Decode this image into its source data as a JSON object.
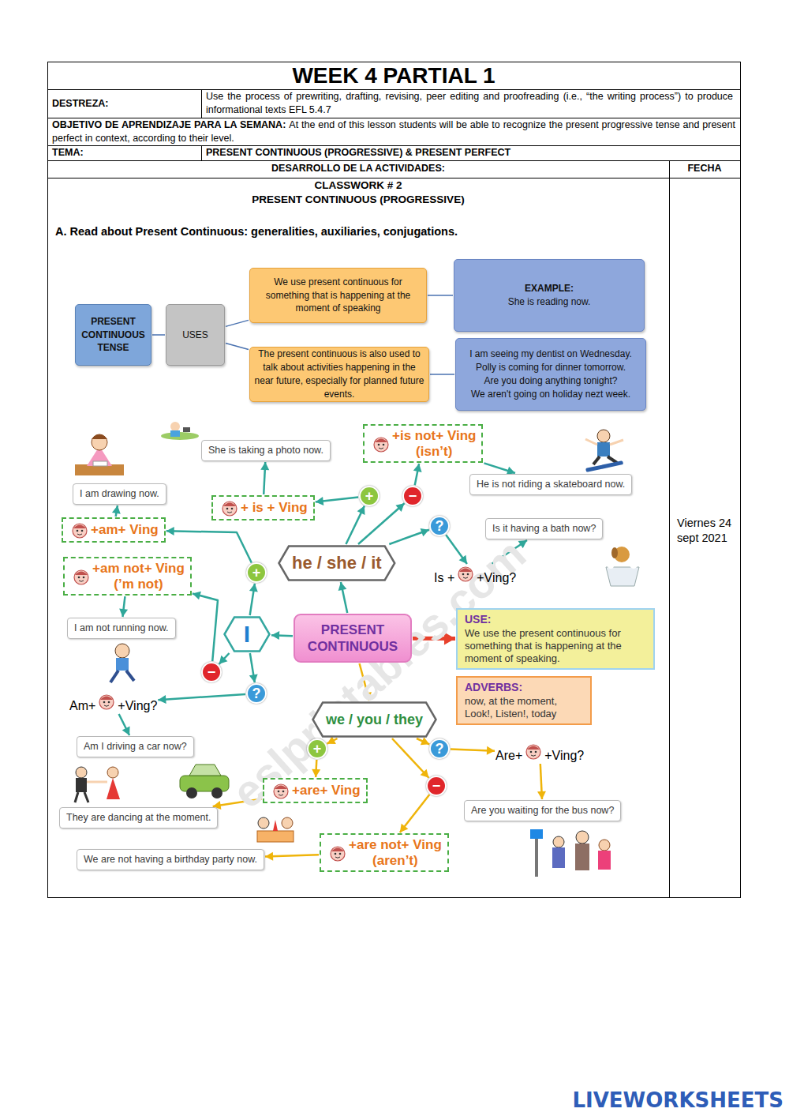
{
  "diagram": {
    "title": "WEEK 4 PARTIAL 1",
    "nodes": [
      {
        "text": [
          "PRESENT CONTINUOUS TENSE"
        ]
      },
      {
        "text": [
          "USES"
        ]
      },
      {
        "text": [
          "We use present continuous for something that is happening at the moment of speaking"
        ]
      },
      {
        "text": [
          "EXAMPLE:",
          "She is reading now."
        ]
      },
      {
        "text": [
          "The present continuous is also used to talk about activities happening in the near future, especially for planned future events."
        ]
      },
      {
        "text": [
          "I am seeing my dentist on Wednesday.",
          "Polly is coming for dinner tomorrow.",
          "Are you doing anything tonight?",
          "We aren't going on holiday nezt week."
        ]
      },
      {
        "text": [
          "PRESENT CONTINUOUS"
        ]
      },
      {
        "text": [
          "I"
        ]
      },
      {
        "text": [
          "he / she / it"
        ]
      },
      {
        "text": [
          "we / you / they"
        ]
      },
      {
        "text": [
          "USE:",
          "We use the present continuous for something that is happening at the moment of speaking."
        ]
      },
      {
        "text": [
          "ADVERBS:",
          "now, at the moment, Look!, Listen!, today"
        ]
      },
      {
        "text": [
          "+"
        ]
      },
      {
        "text": [
          "−"
        ]
      },
      {
        "text": [
          "?"
        ]
      },
      {
        "text": [
          "+am+ Ving"
        ]
      },
      {
        "text": [
          "+am not+ Ving",
          "(’m not)"
        ]
      },
      {
        "text": [
          "Am+",
          "+Ving?"
        ]
      },
      {
        "text": [
          "I am drawing now."
        ]
      },
      {
        "text": [
          "I am not running now."
        ]
      },
      {
        "text": [
          "Am I driving a car now?"
        ]
      },
      {
        "text": [
          "+"
        ]
      },
      {
        "text": [
          "−"
        ]
      },
      {
        "text": [
          "?"
        ]
      },
      {
        "text": [
          "+ is + Ving"
        ]
      },
      {
        "text": [
          "+is not+ Ving",
          "(isn’t)"
        ]
      },
      {
        "text": [
          "Is +",
          "+Ving?"
        ]
      },
      {
        "text": [
          "She is taking a photo now."
        ]
      },
      {
        "text": [
          "He is not riding a skateboard now."
        ]
      },
      {
        "text": [
          "Is it having a bath now?"
        ]
      },
      {
        "text": [
          "+"
        ]
      },
      {
        "text": [
          "−"
        ]
      },
      {
        "text": [
          "?"
        ]
      },
      {
        "text": [
          "+are+ Ving"
        ]
      },
      {
        "text": [
          "+are not+ Ving",
          "(aren’t)"
        ]
      },
      {
        "text": [
          "Are+",
          "+Ving?"
        ]
      },
      {
        "text": [
          "They are dancing at the moment."
        ]
      },
      {
        "text": [
          "We are not having a birthday party now."
        ]
      },
      {
        "text": [
          "Are you waiting for the bus now?"
        ]
      }
    ],
    "edges": [
      {
        "from": 0,
        "to": 1,
        "arrow": "none"
      },
      {
        "from": 1,
        "to": 2,
        "arrow": "none"
      },
      {
        "from": 1,
        "to": 4,
        "arrow": "none"
      },
      {
        "from": 2,
        "to": 3,
        "arrow": "none"
      },
      {
        "from": 4,
        "to": 5,
        "arrow": "none"
      },
      {
        "from": 6,
        "to": 7,
        "arrow": "to"
      },
      {
        "from": 6,
        "to": 8,
        "arrow": "to"
      },
      {
        "from": 6,
        "to": 9,
        "arrow": "to"
      },
      {
        "from": 6,
        "to": 10,
        "arrow": "to"
      },
      {
        "from": 7,
        "to": 12,
        "arrow": "to"
      },
      {
        "from": 7,
        "to": 13,
        "arrow": "to"
      },
      {
        "from": 7,
        "to": 14,
        "arrow": "to"
      },
      {
        "from": 12,
        "to": 15,
        "arrow": "to"
      },
      {
        "from": 13,
        "to": 16,
        "arrow": "to"
      },
      {
        "from": 14,
        "to": 17,
        "arrow": "to"
      },
      {
        "from": 15,
        "to": 18,
        "arrow": "to"
      },
      {
        "from": 16,
        "to": 19,
        "arrow": "to"
      },
      {
        "from": 17,
        "to": 20,
        "arrow": "to"
      },
      {
        "from": 8,
        "to": 21,
        "arrow": "to"
      },
      {
        "from": 8,
        "to": 22,
        "arrow": "to"
      },
      {
        "from": 8,
        "to": 23,
        "arrow": "to"
      },
      {
        "from": 21,
        "to": 24,
        "arrow": "to"
      },
      {
        "from": 22,
        "to": 25,
        "arrow": "to"
      },
      {
        "from": 23,
        "to": 26,
        "arrow": "to"
      },
      {
        "from": 24,
        "to": 27,
        "arrow": "to"
      },
      {
        "from": 25,
        "to": 28,
        "arrow": "to"
      },
      {
        "from": 26,
        "to": 29,
        "arrow": "to"
      },
      {
        "from": 9,
        "to": 30,
        "arrow": "to"
      },
      {
        "from": 9,
        "to": 31,
        "arrow": "to"
      },
      {
        "from": 9,
        "to": 32,
        "arrow": "to"
      },
      {
        "from": 30,
        "to": 33,
        "arrow": "to"
      },
      {
        "from": 31,
        "to": 34,
        "arrow": "to"
      },
      {
        "from": 32,
        "to": 35,
        "arrow": "to"
      },
      {
        "from": 33,
        "to": 36,
        "arrow": "to"
      },
      {
        "from": 34,
        "to": 37,
        "arrow": "to"
      },
      {
        "from": 35,
        "to": 38,
        "arrow": "to"
      }
    ],
    "labels": [
      "DESTREZA:",
      "Use the process of prewriting, drafting, revising, peer editing and proofreading (i.e., “the writing process”) to produce informational texts EFL 5.4.7",
      "OBJETIVO DE APRENDIZAJE PARA LA SEMANA:",
      "At the end of this lesson students will be able to recognize the present progressive tense and present perfect in context, according to their level.",
      "TEMA:",
      "PRESENT CONTINUOUS (PROGRESSIVE) & PRESENT PERFECT",
      "DESARROLLO DE LA ACTIVIDADES:",
      "FECHA",
      "CLASSWORK # 2",
      "PRESENT CONTINUOUS (PROGRESSIVE)",
      "A. Read about Present Continuous: generalities, auxiliaries, conjugations.",
      "Viernes 24 sept 2021",
      "eslprintables.com",
      "LIVEWORKSHEETS"
    ]
  }
}
